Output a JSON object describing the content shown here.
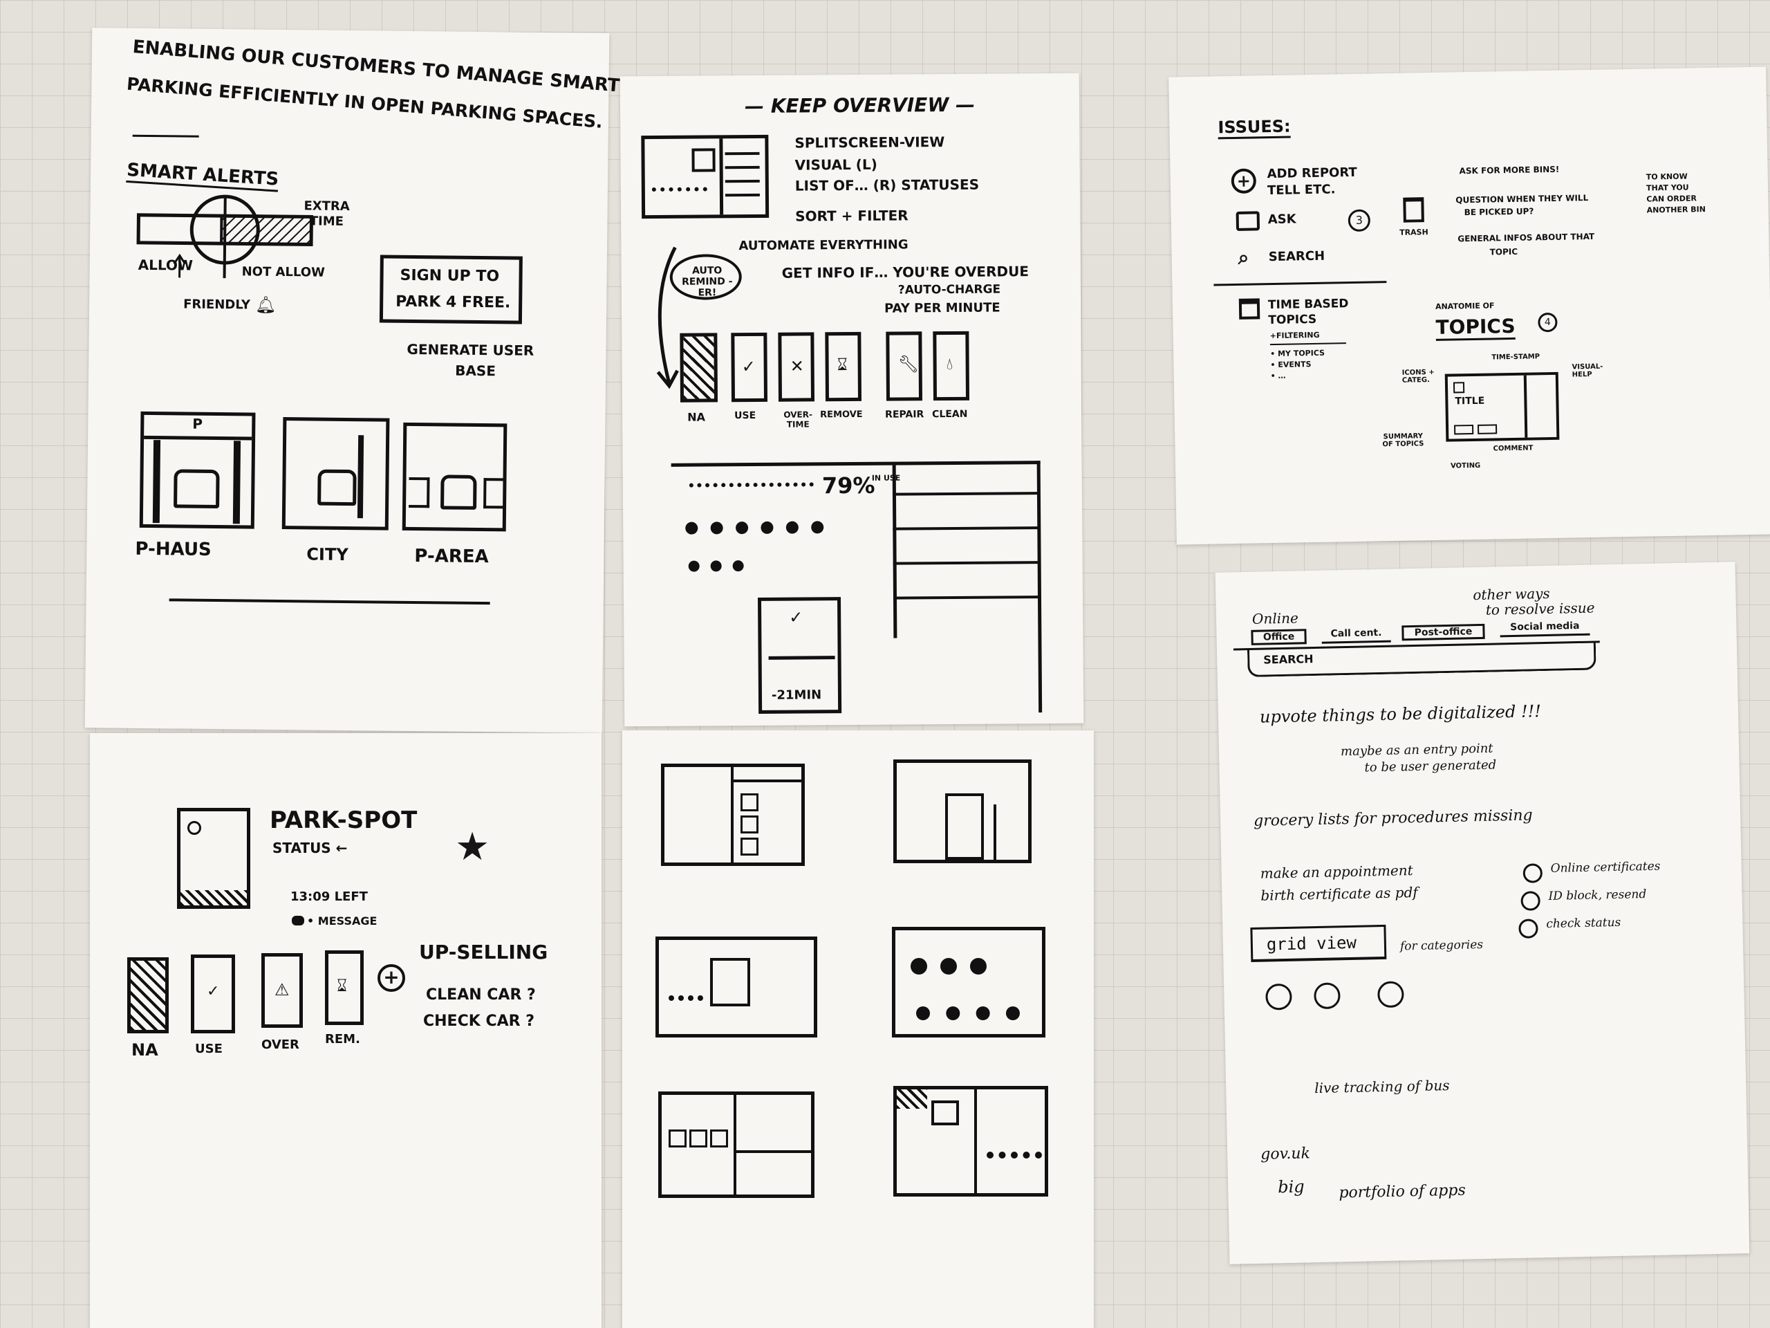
{
  "sheet1": {
    "heading_line1": "Enabling our customers to manage smart —",
    "heading_line2": "parking efficiently in open parking spaces.",
    "smart_alerts": "Smart Alerts",
    "extra_time": "Extra time",
    "allow": "Allow",
    "not_allow": "Not allow",
    "friendly": "Friendly",
    "signup_line1": "Sign up to",
    "signup_line2": "park 4 free.",
    "generate_line1": "Generate user",
    "generate_line2": "base",
    "places": [
      "P-Haus",
      "City",
      "P-Area"
    ],
    "parking_sign": "P"
  },
  "sheet2": {
    "title": "— Keep overview —",
    "split1": "Splitscreen-view",
    "split2": "Visual (L)",
    "split3": "List of… (R) statuses",
    "sort_filter": "Sort + Filter",
    "automate": "Automate everything",
    "auto_remind": "Auto remind -er!",
    "get_info": "Get info if… you're overdue",
    "auto_charge": "?Auto-charge",
    "pay_per_minute": "pay per minute",
    "statuses": [
      "NA",
      "Use",
      "Over-time",
      "Remove",
      "Repair",
      "Clean"
    ],
    "percent": "79%",
    "in_use": "in use",
    "minutes": "-21min"
  },
  "sheet3": {
    "issues": "Issues:",
    "add_report": "Add report",
    "tell_etc": "Tell etc.",
    "ask": "Ask",
    "search": "Search",
    "num3": "3",
    "ask_more_bins": "Ask for more bins!",
    "question_pickup_1": "Question when they will",
    "question_pickup_2": "be picked up?",
    "general_infos_1": "General infos about that",
    "general_infos_2": "topic",
    "trash": "Trash",
    "to_know_1": "To know",
    "to_know_2": "that you",
    "to_know_3": "can order",
    "to_know_4": "another bin",
    "time_based_1": "Time based",
    "time_based_2": "topics",
    "filtering": "+Filtering",
    "list": [
      "• My topics",
      "• Events",
      "• …"
    ],
    "anatomie": "Anatomie of",
    "topics": "Topics",
    "num4": "4",
    "icons_cat": "Icons + Categ.",
    "time_stamp": "Time-stamp",
    "visual_help": "Visual-help",
    "title": "Title",
    "summary": "Summary of topics",
    "voting": "Voting",
    "comment": "Comment"
  },
  "sheet4": {
    "park_spot": "Park-spot",
    "status": "status ←",
    "left": "13:09 left",
    "message": "• Message",
    "statuses": [
      "NA",
      "Use",
      "Over",
      "Rem."
    ],
    "upselling": "Up-selling",
    "clean_car": "Clean car ?",
    "check_car": "Check car ?"
  },
  "sheet6": {
    "other_ways_1": "other ways",
    "other_ways_2": "to resolve issue",
    "online": "Online",
    "tabs": [
      "Office",
      "Call cent.",
      "Post-office",
      "Social media"
    ],
    "search": "Search",
    "upvote": "upvote things to be digitalized !!!",
    "maybe_1": "maybe as an entry point",
    "maybe_2": "to be user generated",
    "grocery": "grocery lists for procedures missing",
    "appointment_1": "make an appointment",
    "appointment_2": "birth certificate as pdf",
    "checklist": [
      "Online certificates",
      "ID block, resend",
      "check status"
    ],
    "grid_view": "grid view",
    "for_categories": "for categories",
    "live_tracking": "live tracking of bus",
    "gov": "gov.uk",
    "big": "big",
    "portfolio": "portfolio of apps"
  }
}
